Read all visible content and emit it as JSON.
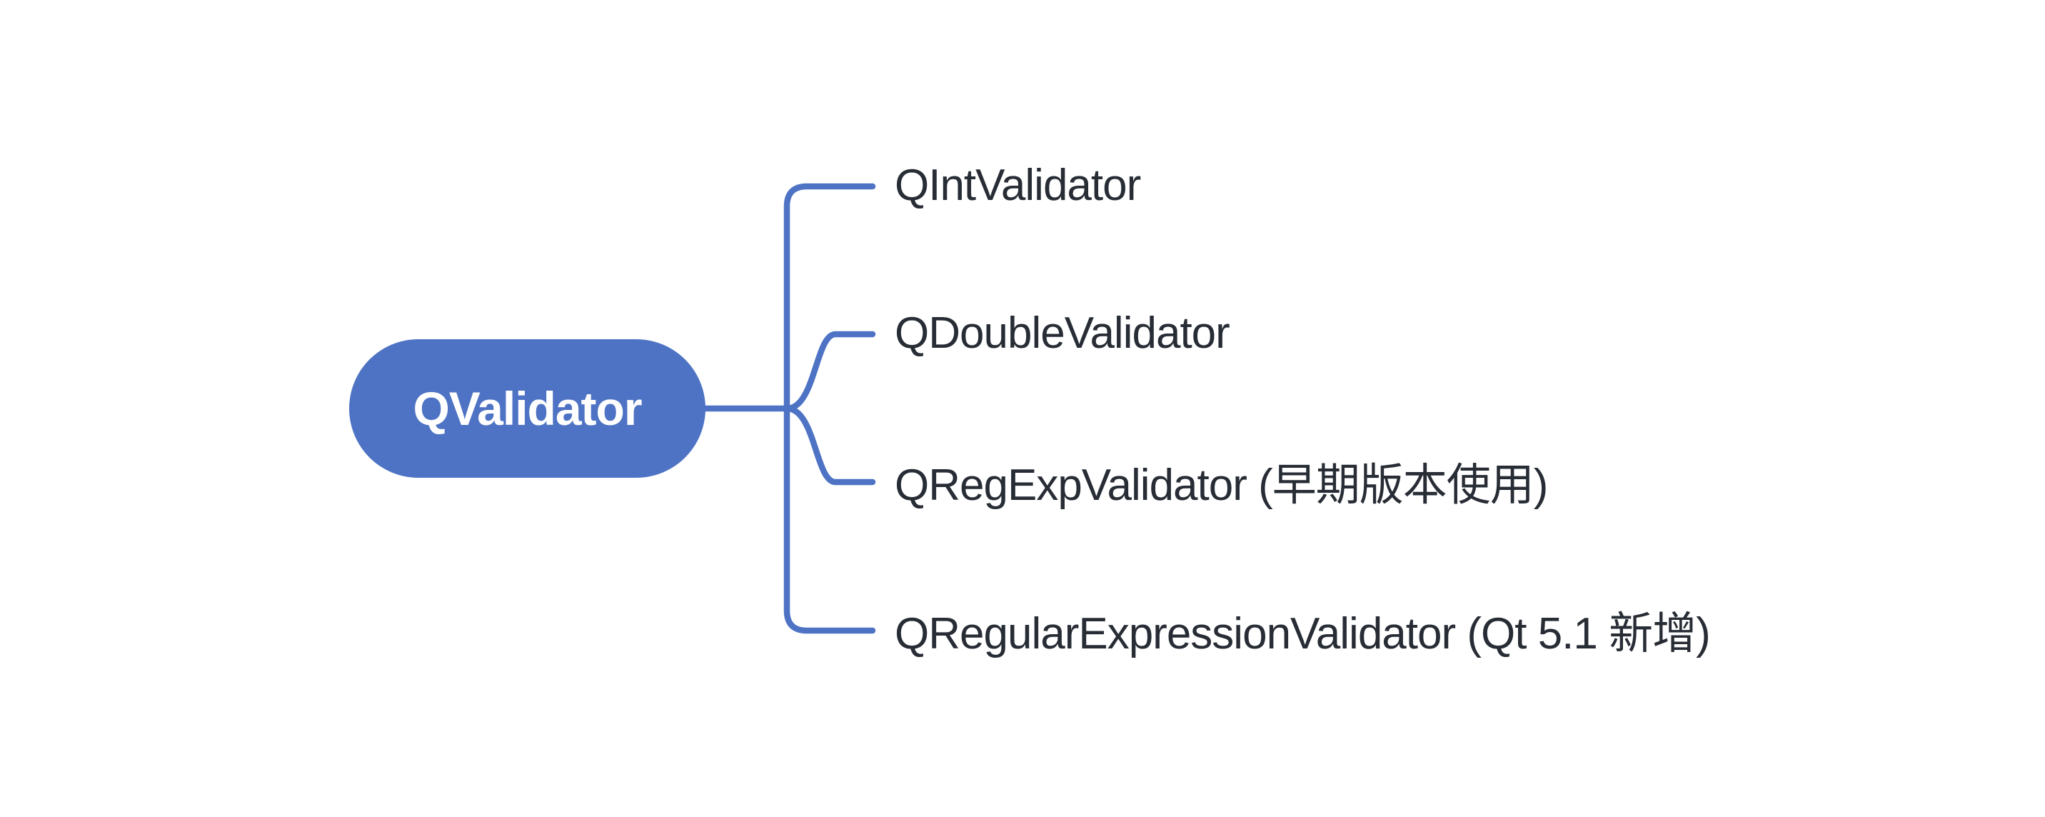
{
  "diagram": {
    "type": "mindmap",
    "background_color": "#ffffff",
    "accent_color": "#4e73c4",
    "child_text_color": "#272c35",
    "root": {
      "label": "QValidator",
      "text_color": "#ffffff",
      "fill_color": "#4e73c4"
    },
    "children": [
      {
        "label": "QIntValidator"
      },
      {
        "label": "QDoubleValidator"
      },
      {
        "label": "QRegExpValidator (早期版本使用)"
      },
      {
        "label": "QRegularExpressionValidator (Qt 5.1 新增)"
      }
    ]
  }
}
